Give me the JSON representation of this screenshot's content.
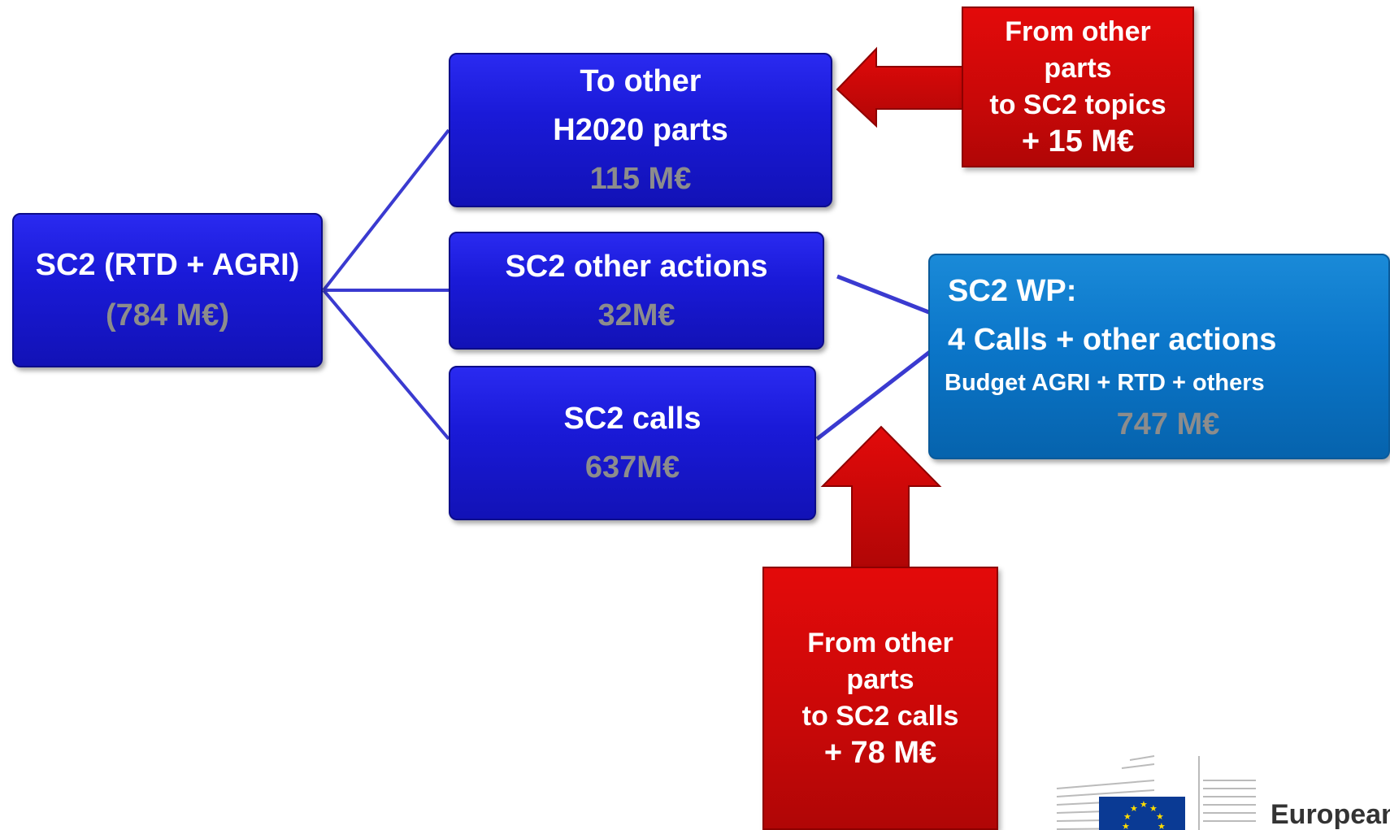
{
  "source": {
    "title": "SC2 (RTD + AGRI)",
    "amount": "(784 M€)"
  },
  "branches": [
    {
      "line1": "To other",
      "line2": "H2020 parts",
      "amount": "115 M€"
    },
    {
      "line1": "SC2 other actions",
      "amount": "32M€"
    },
    {
      "line1": "SC2 calls",
      "amount": "637M€"
    }
  ],
  "work_programme": {
    "line1": "SC2 WP:",
    "line2": "4 Calls + other actions",
    "line3": "Budget AGRI + RTD + others",
    "amount": "747 M€"
  },
  "inflow_top": {
    "line1": "From other",
    "line2": "parts",
    "line3": "to SC2 topics",
    "amount": "+ 15 M€"
  },
  "inflow_bottom": {
    "line1": "From other",
    "line2": "parts",
    "line3": "to SC2 calls",
    "amount": "+ 78 M€"
  },
  "logo": {
    "text": "European"
  },
  "colors": {
    "box_blue": "#1a1ad8",
    "box_wp": "#0b76c9",
    "arrow_red": "#c80808",
    "amount_grey": "#8c8c8c",
    "connector": "#3a3ad0"
  }
}
